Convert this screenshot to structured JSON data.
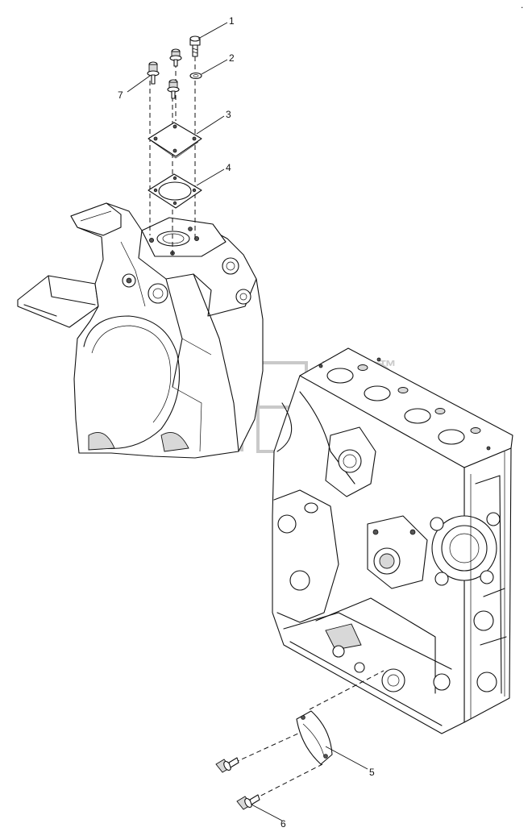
{
  "diagram": {
    "callouts": [
      "1",
      "2",
      "3",
      "4",
      "5",
      "6",
      "7"
    ],
    "watermark_mark": "™",
    "corner_mark": "."
  }
}
